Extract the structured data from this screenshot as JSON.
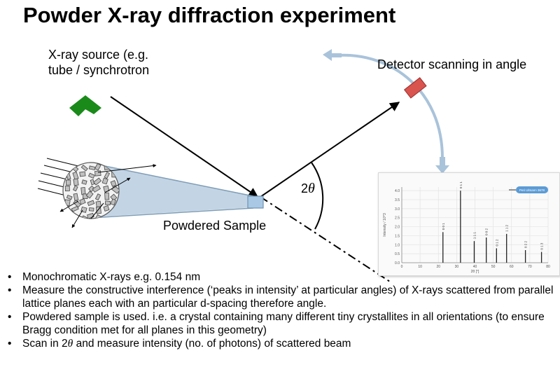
{
  "title": "Powder X-ray diffraction experiment",
  "labels": {
    "source_line1": "X-ray source (e.g.",
    "source_line2": "tube / synchrotron",
    "detector": "Detector scanning in angle",
    "sample": "Powdered Sample",
    "angle_prefix": "2",
    "angle_symbol": "θ"
  },
  "bullets": [
    "Monochromatic X-rays e.g. 0.154 nm",
    "Measure the constructive interference (‘peaks in intensity’ at particular angles) of X-rays scattered from parallel lattice planes each with an particular d-spacing therefore angle.",
    "Powdered sample is used. i.e. a crystal containing many different tiny crystallites in all orientations (to ensure Bragg condition met for all planes in this geometry)"
  ],
  "bullet4": {
    "prefix": "Scan in 2",
    "symbol": "θ",
    "suffix": " and measure intensity (no. of photons) of scattered beam"
  },
  "colors": {
    "source": "#1a8a1a",
    "detector": "#d9534f",
    "arc": "#a9c3da",
    "sample": "#a8c8e4",
    "legend": "#5b9bd5"
  },
  "chart_data": {
    "type": "bar",
    "title": "",
    "xlabel": "2θ [°]",
    "ylabel": "Intensity / 10^3",
    "xlim": [
      0,
      80
    ],
    "ylim": [
      0,
      4.2
    ],
    "xticks": [
      0,
      10,
      20,
      30,
      40,
      50,
      60,
      70,
      80
    ],
    "yticks": [
      0.0,
      0.5,
      1.0,
      1.5,
      2.0,
      2.5,
      3.0,
      3.5,
      4.0
    ],
    "legend": [
      "Peri Ulmann 3678"
    ],
    "peaks": [
      {
        "x": 22.5,
        "y": 1.7,
        "label": "0 0 1"
      },
      {
        "x": 32.1,
        "y": 4.0,
        "label": "0 1 1"
      },
      {
        "x": 39.6,
        "y": 1.2,
        "label": "1 1 1"
      },
      {
        "x": 46.2,
        "y": 1.4,
        "label": "0 0 2"
      },
      {
        "x": 51.8,
        "y": 0.8,
        "label": "0 1 2"
      },
      {
        "x": 57.3,
        "y": 1.6,
        "label": "1 1 2"
      },
      {
        "x": 67.6,
        "y": 0.7,
        "label": "0 2 2"
      },
      {
        "x": 76.4,
        "y": 0.6,
        "label": "0 1 3"
      }
    ]
  }
}
